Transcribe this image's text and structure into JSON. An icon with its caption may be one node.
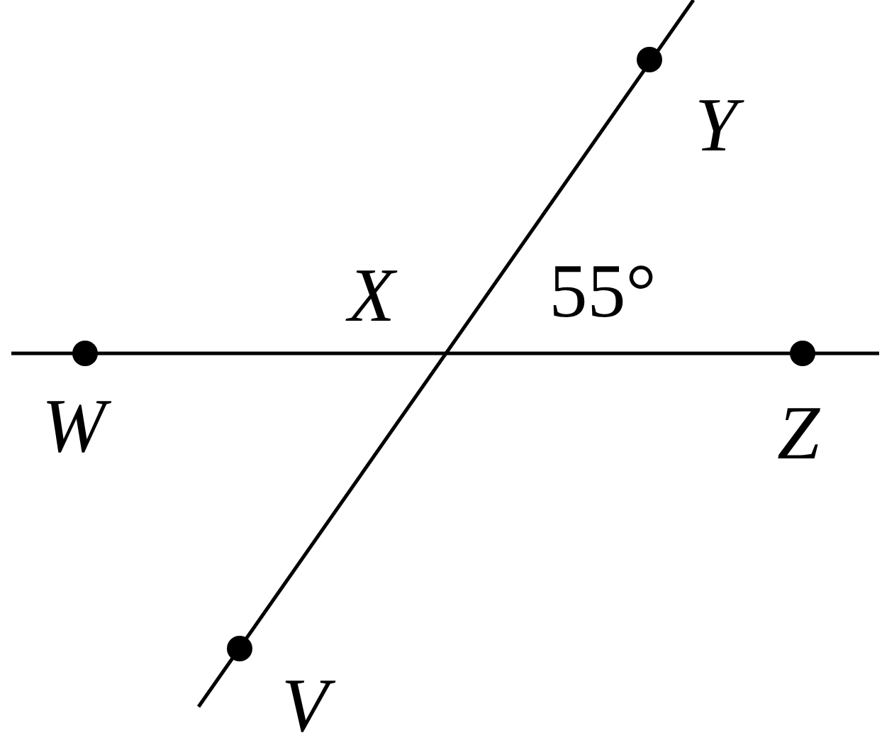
{
  "diagram": {
    "labels": [
      "Y",
      "X",
      "55°",
      "W",
      "Z",
      "V"
    ]
  }
}
